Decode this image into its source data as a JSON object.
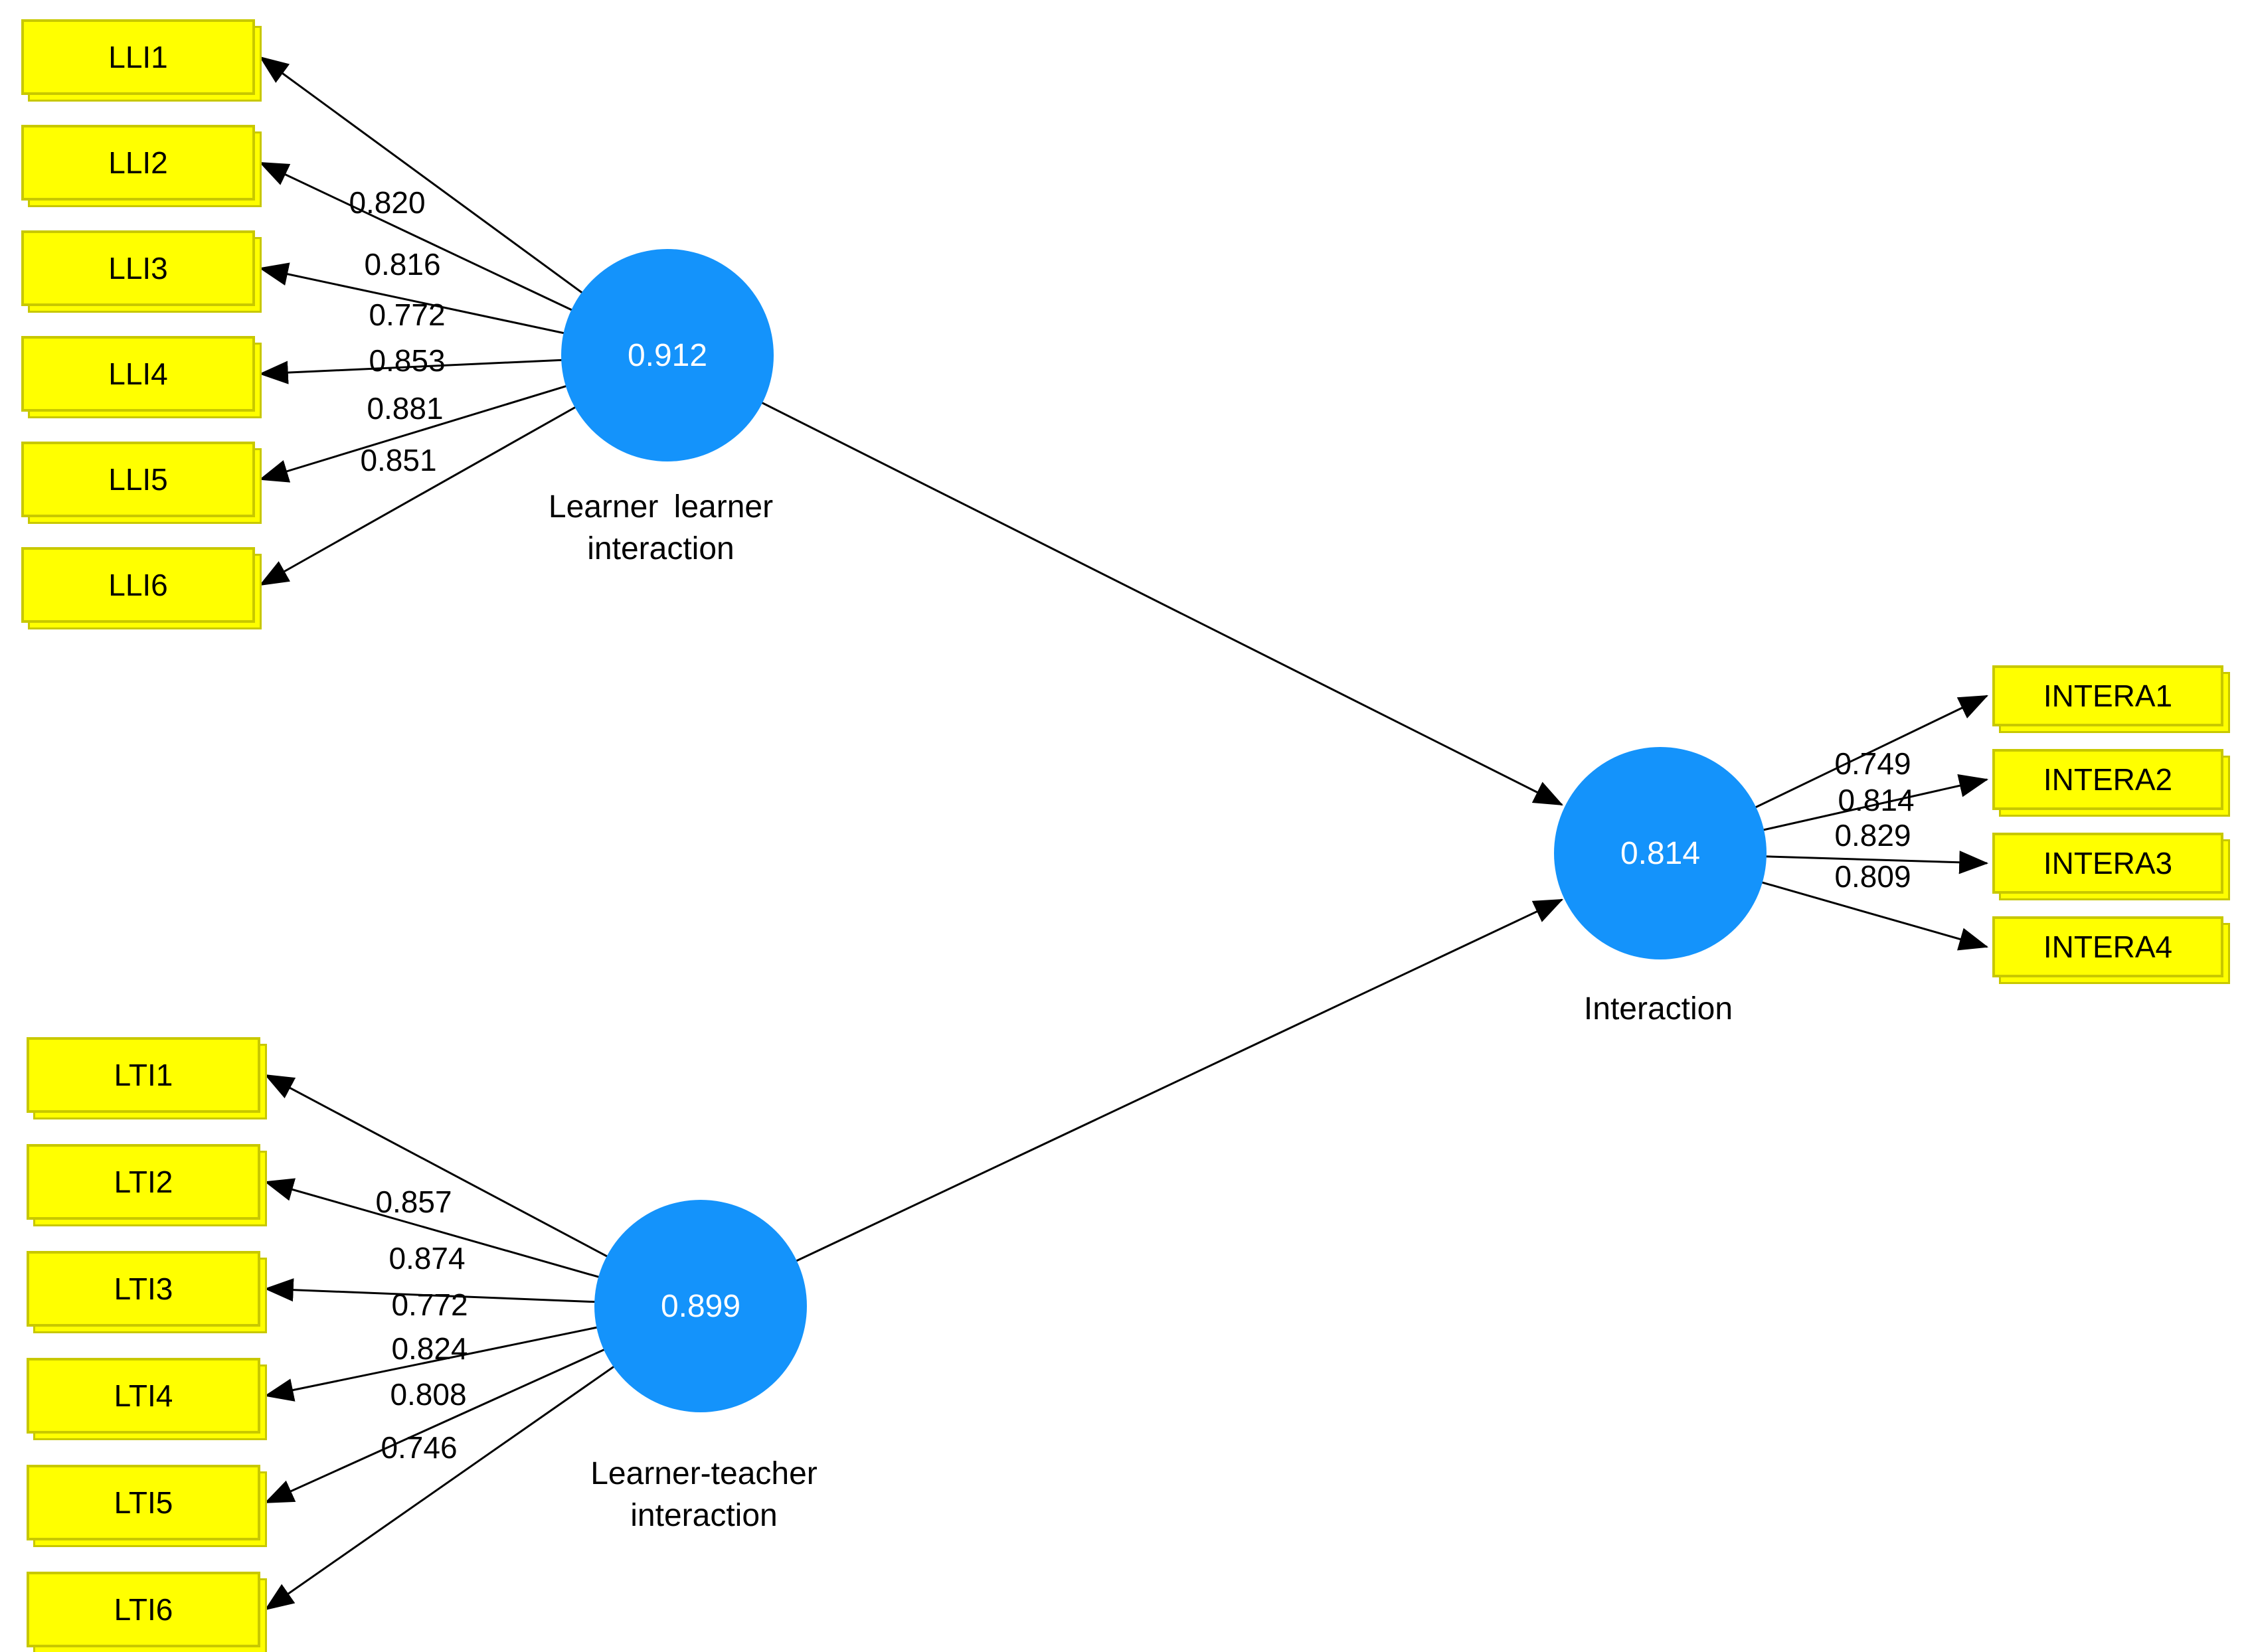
{
  "colors": {
    "canvas": "#ffffff",
    "indicator_fill": "#ffff00",
    "indicator_border": "#c8c800",
    "construct_fill": "#1493fb",
    "construct_value_text": "#ffffff",
    "edge": "#000000",
    "label_text": "#000000"
  },
  "constructs": {
    "learner_learner": {
      "value": "0.912",
      "label_line1": "Learner learner",
      "label_line2": "interaction"
    },
    "learner_teacher": {
      "value": "0.899",
      "label_line1": "Learner-teacher",
      "label_line2": "interaction"
    },
    "interaction": {
      "value": "0.814",
      "label_line1": "Interaction"
    }
  },
  "indicators": {
    "lli": [
      {
        "label": "LLI1",
        "loading": "0.820"
      },
      {
        "label": "LLI2",
        "loading": "0.816"
      },
      {
        "label": "LLI3",
        "loading": "0.772"
      },
      {
        "label": "LLI4",
        "loading": "0.853"
      },
      {
        "label": "LLI5",
        "loading": "0.881"
      },
      {
        "label": "LLI6",
        "loading": "0.851"
      }
    ],
    "lti": [
      {
        "label": "LTI1",
        "loading": "0.857"
      },
      {
        "label": "LTI2",
        "loading": "0.874"
      },
      {
        "label": "LTI3",
        "loading": "0.772"
      },
      {
        "label": "LTI4",
        "loading": "0.824"
      },
      {
        "label": "LTI5",
        "loading": "0.808"
      },
      {
        "label": "LTI6",
        "loading": "0.746"
      }
    ],
    "interaction": [
      {
        "label": "INTERA1",
        "loading": "0.749"
      },
      {
        "label": "INTERA2",
        "loading": "0.814"
      },
      {
        "label": "INTERA3",
        "loading": "0.829"
      },
      {
        "label": "INTERA4",
        "loading": "0.809"
      }
    ]
  }
}
